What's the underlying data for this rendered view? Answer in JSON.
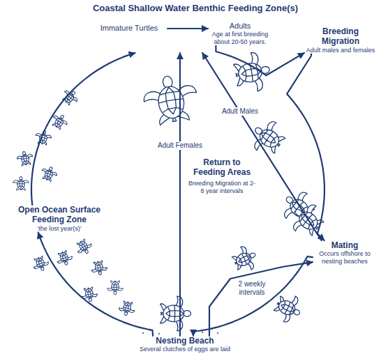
{
  "diagram": {
    "nodes": [
      {
        "text": [
          "Coastal Shallow Water Benthic Feeding Zone(s)"
        ]
      },
      {
        "text": [
          "Immature Turtles"
        ],
        "in": 0
      },
      {
        "text": [
          "Adults",
          "Age at first breeding about 20-50 years."
        ],
        "in": 0
      },
      {
        "text": [
          "Breeding Migration",
          "Adult males and females"
        ]
      },
      {
        "text": [
          "Mating",
          "Occurs offshore to nesting beaches"
        ]
      },
      {
        "text": [
          "Nesting Beach",
          "Several clutches of eggs are laid"
        ]
      },
      {
        "text": [
          "Open Ocean Surface Feeding Zone",
          "‘the lost year(s)’"
        ]
      }
    ],
    "edges": [
      {
        "from": 1,
        "to": 2,
        "arrow": "to"
      },
      {
        "from": 2,
        "to": 3,
        "arrow": "to"
      },
      {
        "from": 3,
        "to": 4,
        "arrow": "to"
      },
      {
        "from": 4,
        "to": 5,
        "arrow": "to"
      },
      {
        "from": 5,
        "to": 6,
        "arrow": "to"
      },
      {
        "from": 6,
        "to": 0,
        "arrow": "to"
      },
      {
        "from": 5,
        "to": 0,
        "label": "Adult Females",
        "arrow": "to"
      },
      {
        "from": 4,
        "to": 0,
        "label": "Adult Males",
        "arrow": "to"
      },
      {
        "from": 5,
        "to": 4,
        "label": "2 weekly intervals",
        "arrow": "to"
      }
    ],
    "labels": [
      "Return to Feeding Areas",
      "Breeding Migration at 2-8 year intervals"
    ]
  }
}
